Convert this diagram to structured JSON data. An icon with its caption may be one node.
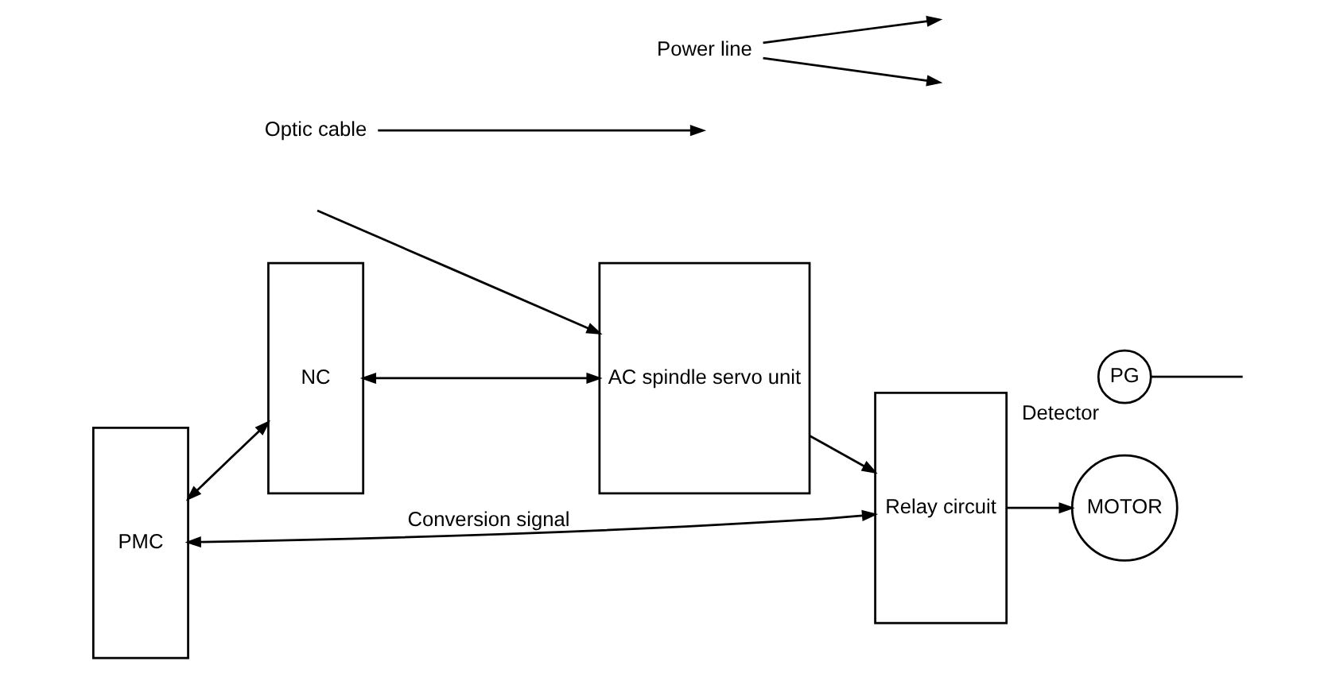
{
  "diagram": {
    "nodes": [
      {
        "text": [
          "PMC"
        ]
      },
      {
        "text": [
          "NC"
        ]
      },
      {
        "text": [
          "AC spindle servo unit"
        ]
      },
      {
        "text": [
          "Relay circuit"
        ]
      },
      {
        "text": [
          "MOTOR"
        ]
      },
      {
        "text": [
          "PG"
        ],
        "beside": [
          "Detector"
        ]
      },
      {
        "text": [
          "Optic cable"
        ]
      },
      {
        "text": [
          "Power line"
        ]
      }
    ],
    "edges": [
      {
        "from": 0,
        "to": 1,
        "arrow": "both"
      },
      {
        "from": 1,
        "to": 2,
        "arrow": "both"
      },
      {
        "from": 2,
        "to": 3,
        "arrow": "to"
      },
      {
        "from": 3,
        "to": 4,
        "arrow": "to"
      },
      {
        "from": 0,
        "to": 3,
        "arrow": "both",
        "label": "Conversion signal"
      },
      {
        "from": 6,
        "to": null,
        "arrow": "to"
      },
      {
        "from": 7,
        "to": null,
        "arrow": "to"
      },
      {
        "from": 7,
        "to": null,
        "arrow": "to"
      },
      {
        "from": null,
        "to": 2,
        "arrow": "to"
      },
      {
        "from": 5,
        "to": null,
        "arrow": "none"
      }
    ]
  }
}
